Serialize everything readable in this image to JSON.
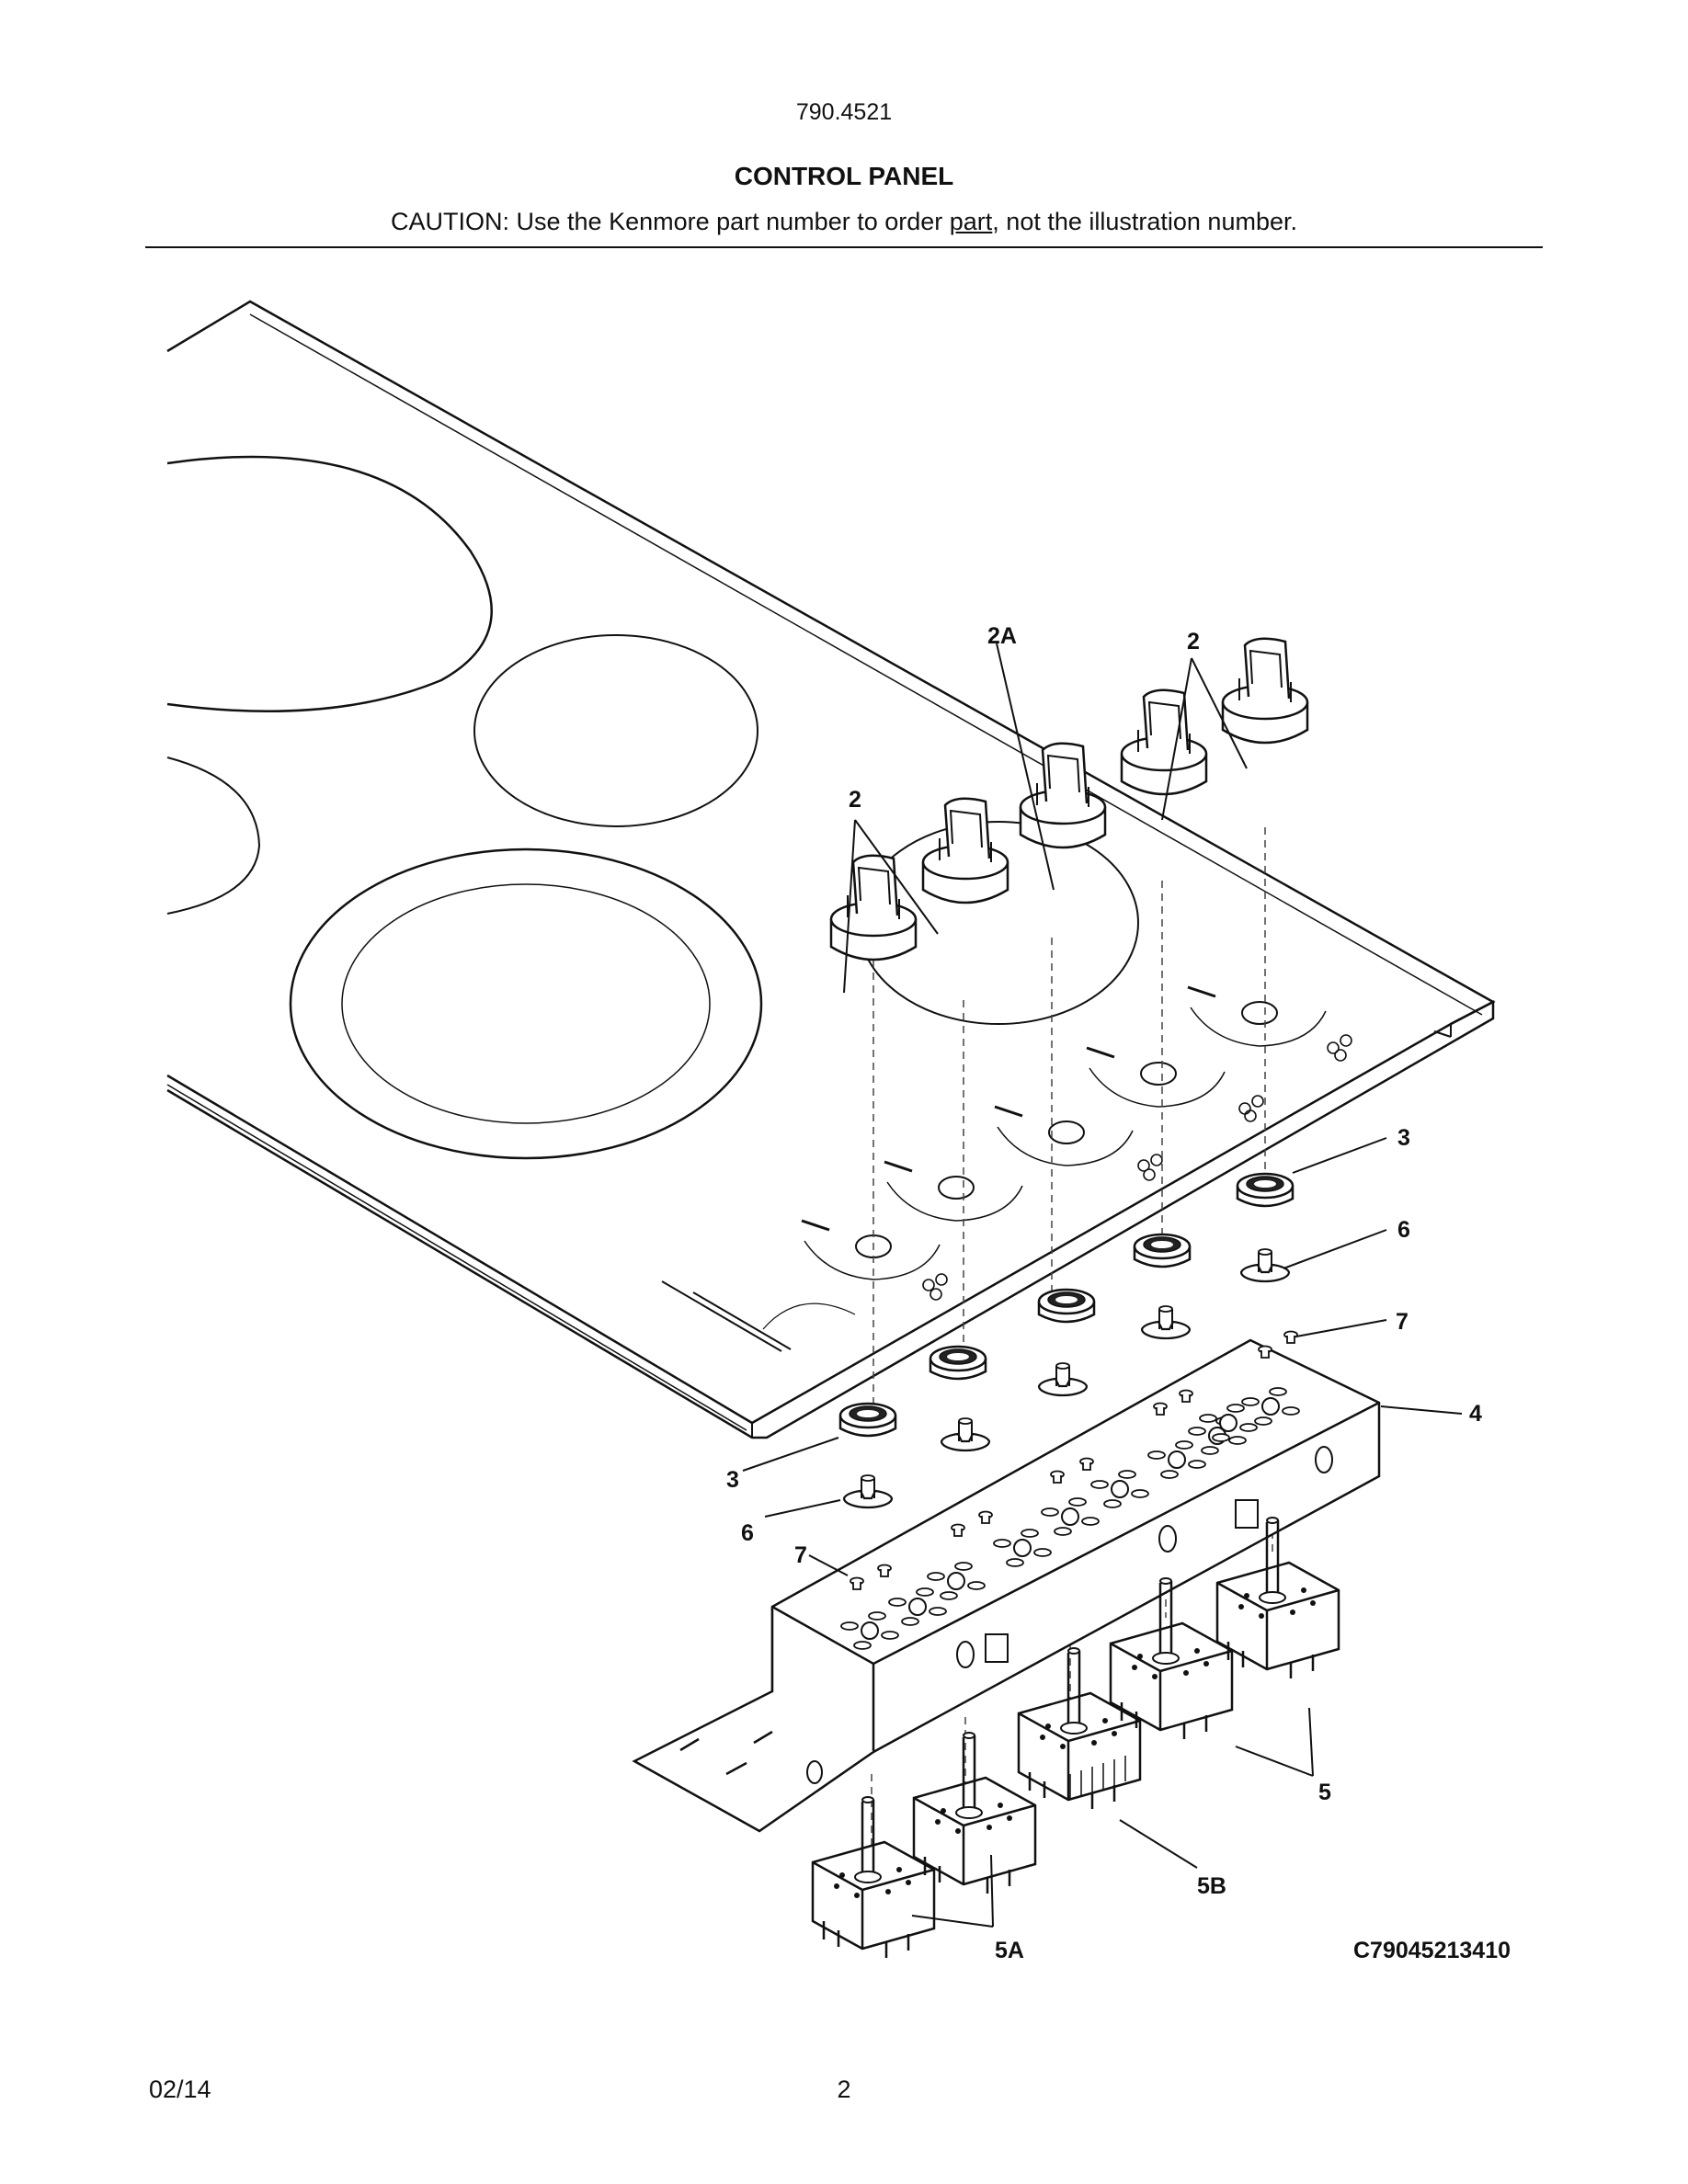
{
  "header": {
    "model_number": "790.4521",
    "title": "CONTROL PANEL",
    "caution_prefix": "CAUTION: Use the Kenmore part number to order ",
    "caution_underlined": "part",
    "caution_suffix": ", not the illustration number."
  },
  "diagram": {
    "callouts": {
      "knob_2a": "2A",
      "knob_2_right": "2",
      "knob_2_left": "2",
      "bezel_3_right": "3",
      "bezel_3_left": "3",
      "spring_6_right": "6",
      "spring_6_left": "6",
      "screw_7_right": "7",
      "screw_7_left": "7",
      "bracket_4": "4",
      "switch_5": "5",
      "switch_5b": "5B",
      "switch_5a": "5A"
    },
    "drawing_code": "C79045213410"
  },
  "footer": {
    "date": "02/14",
    "page_number": "2"
  }
}
